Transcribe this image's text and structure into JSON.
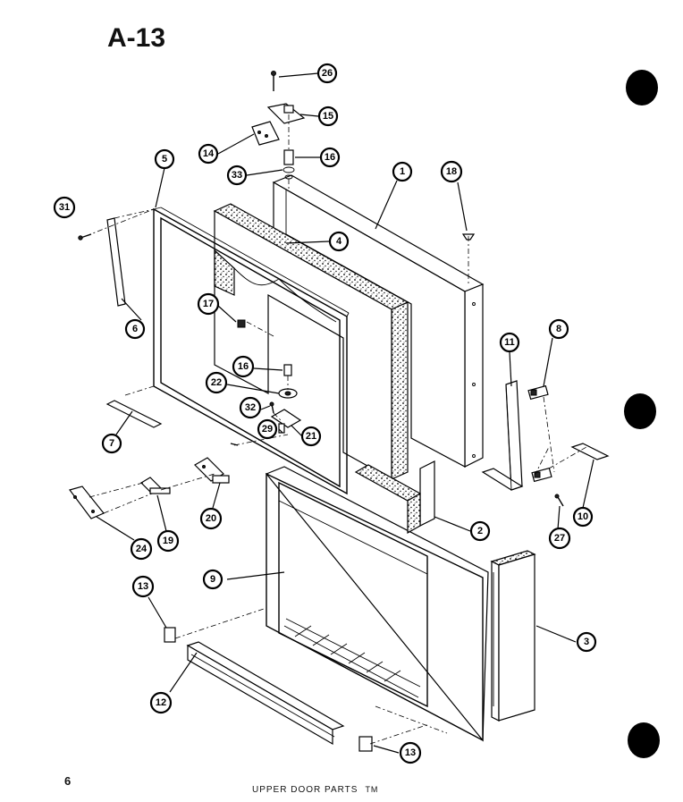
{
  "header": {
    "title": "A-13"
  },
  "footer": {
    "page_number": "6",
    "caption": "UPPER DOOR PARTS",
    "caption_suffix": "TM"
  },
  "callouts": [
    {
      "id": "c-26",
      "label": "26"
    },
    {
      "id": "c-15",
      "label": "15"
    },
    {
      "id": "c-14",
      "label": "14"
    },
    {
      "id": "c-16a",
      "label": "16"
    },
    {
      "id": "c-33",
      "label": "33"
    },
    {
      "id": "c-5",
      "label": "5"
    },
    {
      "id": "c-1",
      "label": "1"
    },
    {
      "id": "c-18",
      "label": "18"
    },
    {
      "id": "c-31",
      "label": "31"
    },
    {
      "id": "c-4",
      "label": "4"
    },
    {
      "id": "c-6",
      "label": "6"
    },
    {
      "id": "c-17",
      "label": "17"
    },
    {
      "id": "c-11",
      "label": "11"
    },
    {
      "id": "c-8",
      "label": "8"
    },
    {
      "id": "c-16b",
      "label": "16"
    },
    {
      "id": "c-22",
      "label": "22"
    },
    {
      "id": "c-32",
      "label": "32"
    },
    {
      "id": "c-29",
      "label": "29"
    },
    {
      "id": "c-21",
      "label": "21"
    },
    {
      "id": "c-7",
      "label": "7"
    },
    {
      "id": "c-2",
      "label": "2"
    },
    {
      "id": "c-10",
      "label": "10"
    },
    {
      "id": "c-27",
      "label": "27"
    },
    {
      "id": "c-20",
      "label": "20"
    },
    {
      "id": "c-19",
      "label": "19"
    },
    {
      "id": "c-24",
      "label": "24"
    },
    {
      "id": "c-9",
      "label": "9"
    },
    {
      "id": "c-13a",
      "label": "13"
    },
    {
      "id": "c-3",
      "label": "3"
    },
    {
      "id": "c-12",
      "label": "12"
    },
    {
      "id": "c-13b",
      "label": "13"
    }
  ]
}
